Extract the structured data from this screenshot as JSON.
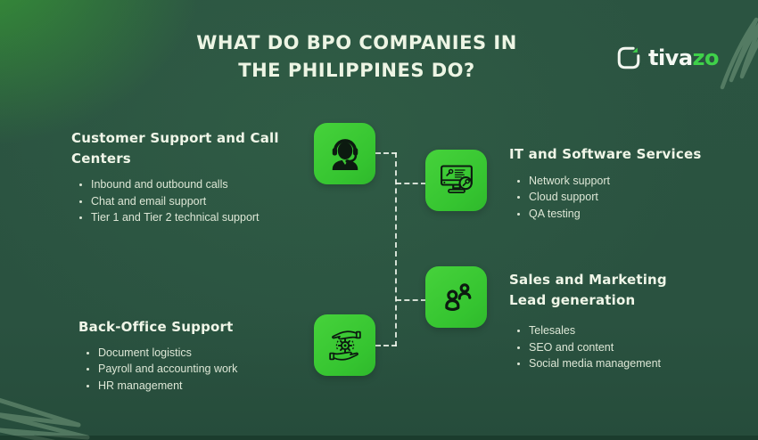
{
  "header": {
    "title_lines": [
      "WHAT DO BPO COMPANIES IN",
      "THE PHILIPPINES DO?"
    ],
    "logo": {
      "text_primary": "tiva",
      "text_accent": "zo"
    }
  },
  "sections": [
    {
      "id": "customer-support",
      "title": "Customer Support and Call Centers",
      "title_lines": [
        "Customer Support and Call",
        "Centers"
      ],
      "items": [
        "Inbound and outbound calls",
        "Chat and email support",
        "Tier 1 and Tier 2 technical support"
      ],
      "icon": "call-center-agent-icon"
    },
    {
      "id": "it-software-services",
      "title": "IT and Software Services",
      "title_lines": [
        "IT and Software Services"
      ],
      "items": [
        "Network support",
        "Cloud support",
        "QA testing"
      ],
      "icon": "it-support-monitor-icon"
    },
    {
      "id": "sales-marketing",
      "title": "Sales and Marketing Lead generation",
      "title_lines": [
        "Sales and Marketing",
        "Lead generation"
      ],
      "items": [
        "Telesales",
        "SEO and content",
        "Social media management"
      ],
      "icon": "team-people-icon"
    },
    {
      "id": "back-office-support",
      "title": "Back-Office Support",
      "title_lines": [
        "Back-Office Support"
      ],
      "items": [
        "Document logistics",
        "Payroll and accounting work",
        "HR management"
      ],
      "icon": "hands-gear-icon"
    }
  ],
  "colors": {
    "background_dark_green": "#2b5441",
    "tile_green": "#3ec936",
    "logo_accent_green": "#3fd14a",
    "title_text": "#edf5e4",
    "body_text": "#dde7d6",
    "connector": "#f3f8ef"
  }
}
